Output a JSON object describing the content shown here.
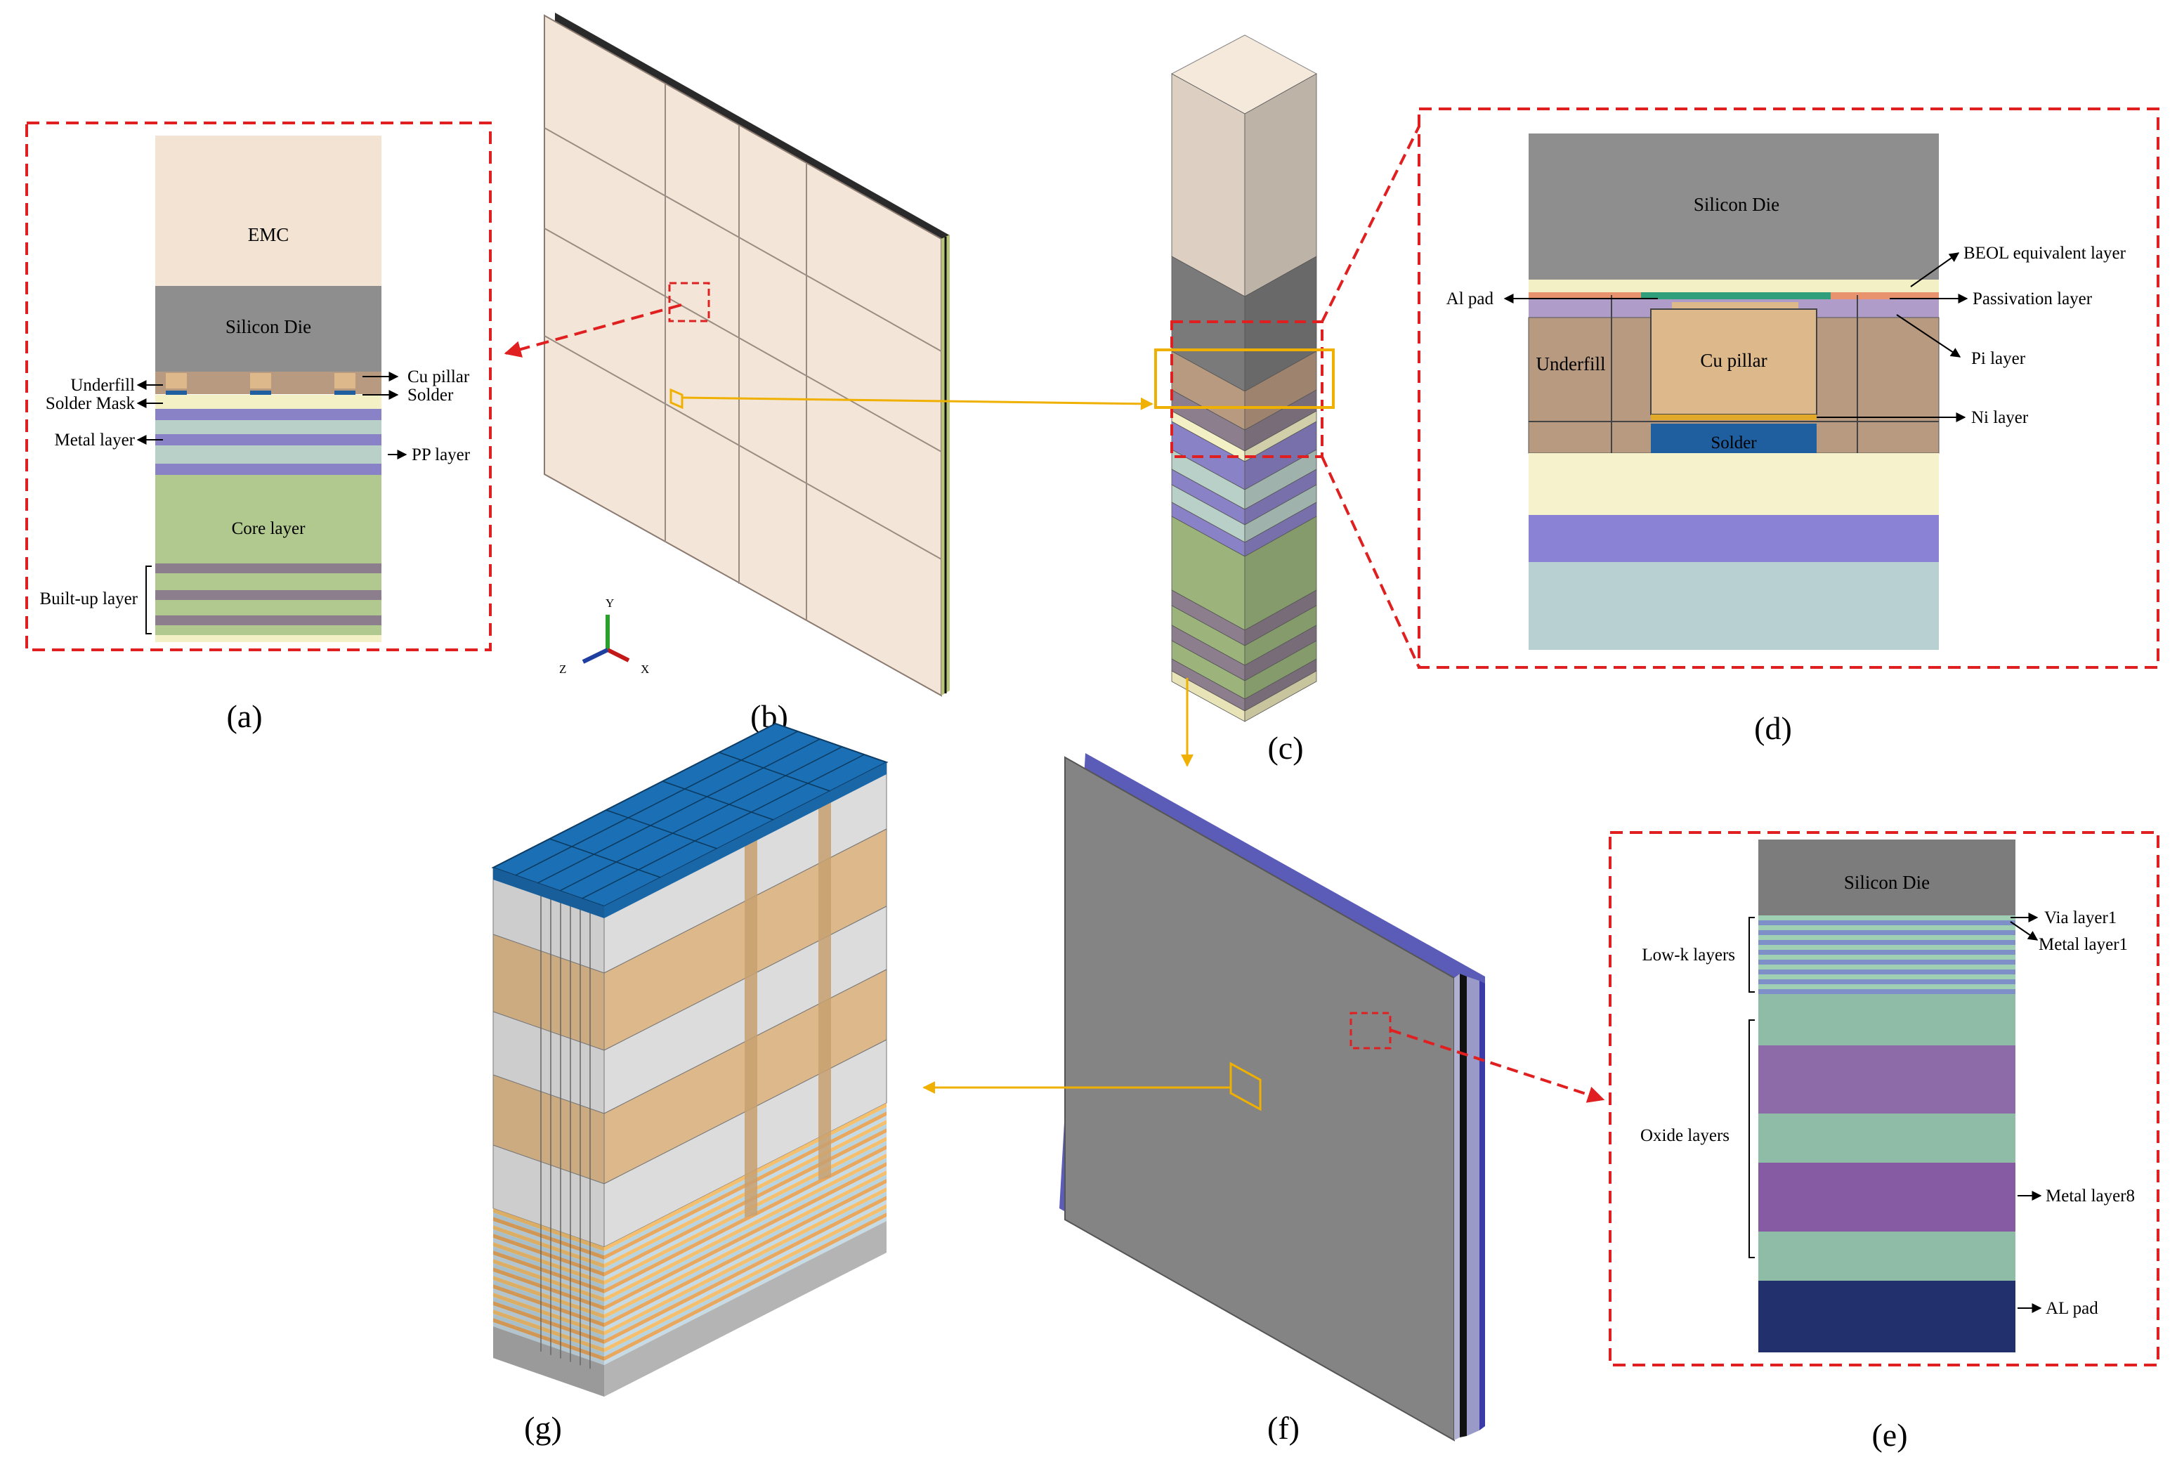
{
  "captions": {
    "a": "(a)",
    "b": "(b)",
    "c": "(c)",
    "d": "(d)",
    "e": "(e)",
    "f": "(f)",
    "g": "(g)"
  },
  "panel_a": {
    "emc": "EMC",
    "silicon_die": "Silicon Die",
    "underfill": "Underfill",
    "cu_pillar": "Cu pillar",
    "solder_mask": "Solder Mask",
    "solder": "Solder",
    "metal_layer": "Metal layer",
    "pp_layer": "PP layer",
    "core_layer": "Core layer",
    "built_up_layer": "Built-up layer"
  },
  "panel_b": {
    "axis_y": "Y",
    "axis_z": "Z",
    "axis_x": "X"
  },
  "panel_d": {
    "silicon_die": "Silicon Die",
    "beol": "BEOL equivalent layer",
    "al_pad": "Al pad",
    "passivation": "Passivation layer",
    "pi_layer": "Pi layer",
    "underfill": "Underfill",
    "cu_pillar": "Cu pillar",
    "ni_layer": "Ni layer",
    "solder": "Solder"
  },
  "panel_e": {
    "silicon_die": "Silicon Die",
    "via_layer1": "Via layer1",
    "lowk_layers": "Low-k layers",
    "metal_layer1": "Metal layer1",
    "oxide_layers": "Oxide layers",
    "metal_layer8": "Metal layer8",
    "al_pad": "AL pad"
  },
  "colors": {
    "emc": "#f2e3d3",
    "silicon": "#8e8e8e",
    "underfill": "#b89a80",
    "cu": "#dcb88a",
    "solder": "#1f5fa0",
    "pp": "#b9d0c8",
    "metal": "#8a82c6",
    "core": "#b1c98f",
    "leader_red": "#e02020",
    "leader_yellow": "#f0b000",
    "sip_top": "#1b6fb4"
  }
}
